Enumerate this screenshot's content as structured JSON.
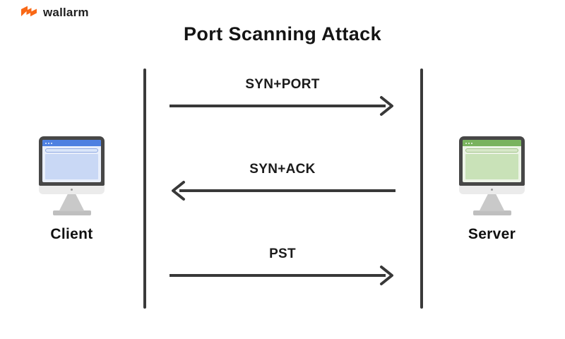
{
  "logo": {
    "brand": "wallarm",
    "icon": "wallarm-zigzag-icon"
  },
  "title": "Port Scanning Attack",
  "diagram": {
    "left_actor": {
      "label": "Client",
      "device": "desktop-computer-icon"
    },
    "right_actor": {
      "label": "Server",
      "device": "desktop-computer-icon"
    },
    "messages": [
      {
        "label": "SYN+PORT",
        "direction": "right"
      },
      {
        "label": "SYN+ACK",
        "direction": "left"
      },
      {
        "label": "PST",
        "direction": "right"
      }
    ]
  },
  "colors": {
    "brand_orange": "#F96816",
    "ink": "#383838",
    "client_blue": "#4E80E1",
    "client_screen": "#C9D8F5",
    "server_green": "#79B35E",
    "server_screen": "#C9E2B8"
  }
}
